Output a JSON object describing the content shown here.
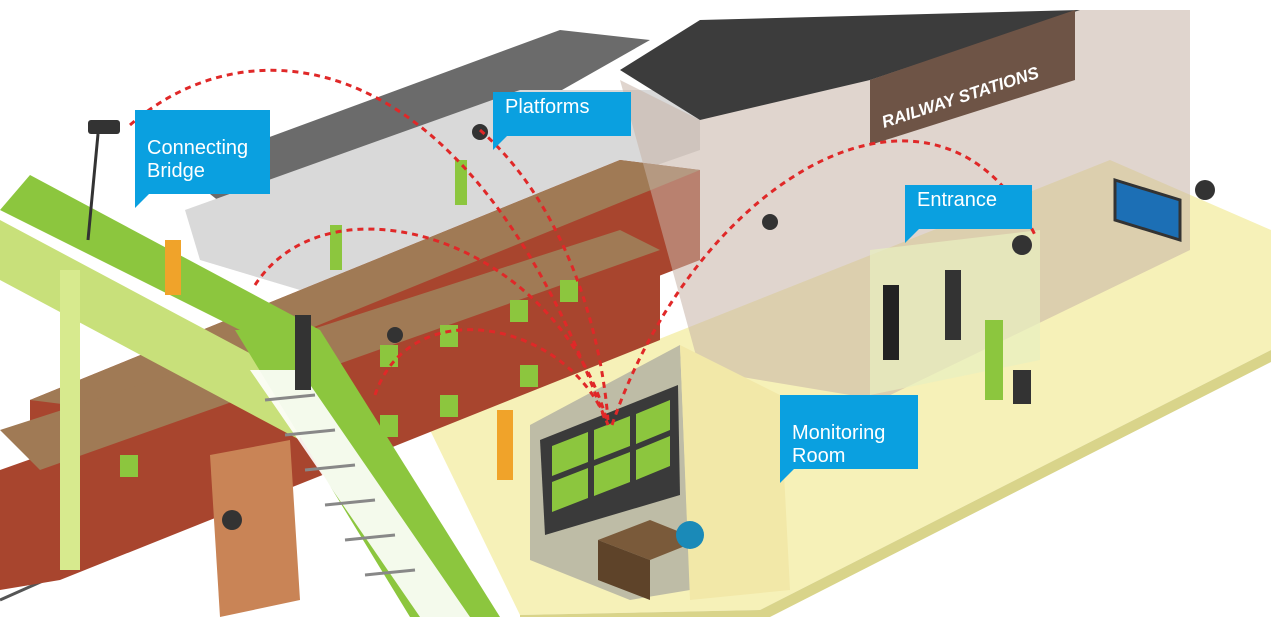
{
  "sign": {
    "station_name": "RAILWAY STATIONS"
  },
  "callouts": {
    "bridge": "Connecting\nBridge",
    "platforms": "Platforms",
    "entrance": "Entrance",
    "monitoring": "Monitoring\nRoom"
  },
  "colors": {
    "callout_bg": "#0aa0e0",
    "coverage_line": "#e02828",
    "train_body": "#a8452e",
    "train_roof": "#a07a55",
    "bridge_green": "#8cc63e",
    "platform_floor": "#f6f1b8",
    "sign_bg": "#6e5446"
  }
}
